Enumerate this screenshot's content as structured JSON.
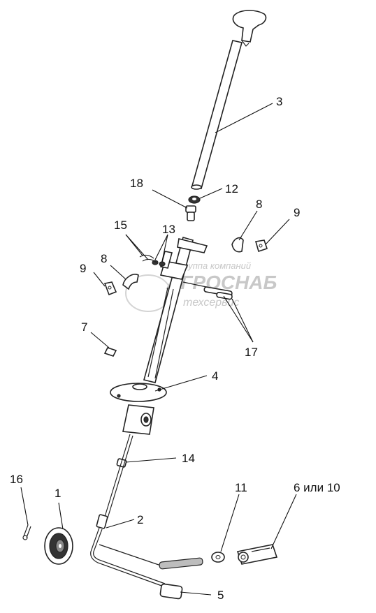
{
  "callouts": {
    "c1": "1",
    "c2": "2",
    "c3": "3",
    "c4": "4",
    "c5": "5",
    "c6": "6 или 10",
    "c7": "7",
    "c8a": "8",
    "c8b": "8",
    "c9a": "9",
    "c9b": "9",
    "c11": "11",
    "c12": "12",
    "c13": "13",
    "c14": "14",
    "c15": "15",
    "c16": "16",
    "c17": "17",
    "c18": "18"
  },
  "watermark": {
    "line1": "группа компаний",
    "line2": "АГРОСНАБ",
    "line3": "техсервис"
  }
}
